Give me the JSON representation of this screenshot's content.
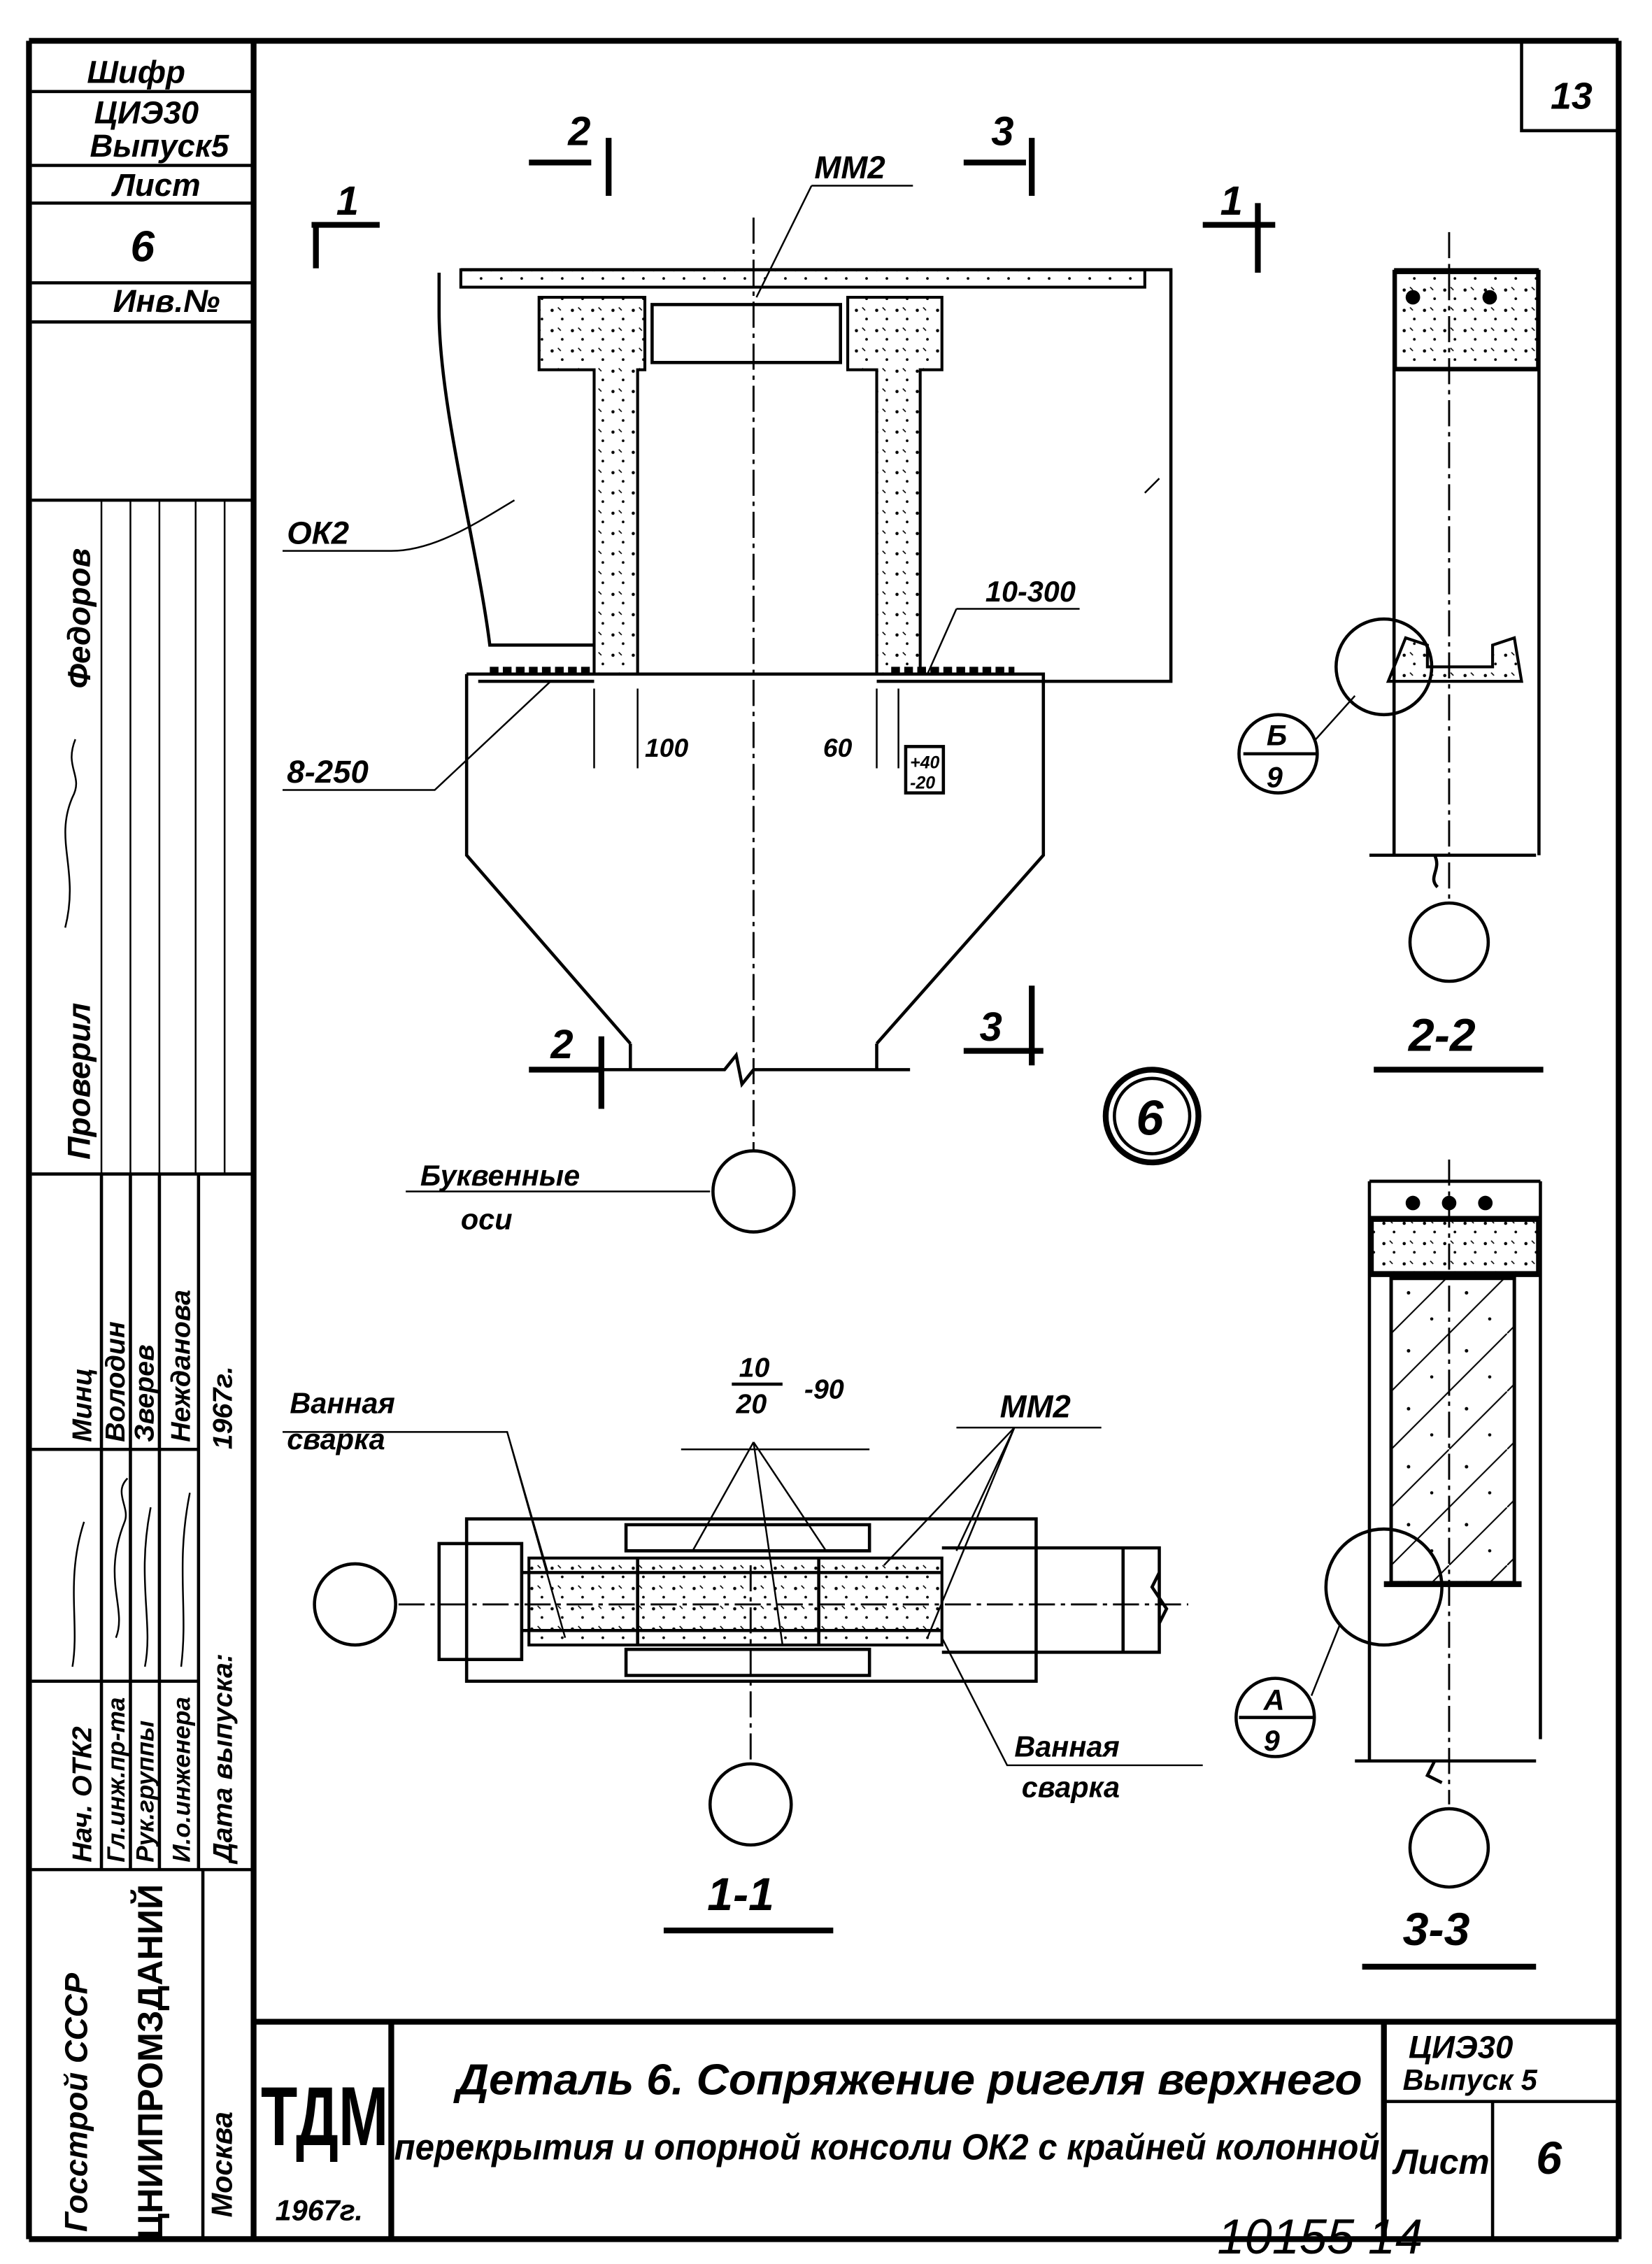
{
  "sheet_number_corner": "13",
  "stamp_left": {
    "cipher_label": "Шифр",
    "cipher_value": "ЦИЭ30",
    "issue": "Выпуск5",
    "sheet_label": "Лист",
    "sheet_value": "6",
    "inventory_label": "Инв.№",
    "author": "Федоров",
    "checked_label": "Проверил",
    "roles": [
      "Нач. ОТК2",
      "Гл.инж.пр-та",
      "Рук.группы",
      "И.о.инженера",
      "Дата выпуска:"
    ],
    "names": [
      "Минц",
      "Володин",
      "Зверев",
      "Нежданова",
      "1967г."
    ],
    "organization": "Госстрой СССР",
    "institute": "ЦНИИПРОМЗДАНИЙ",
    "city": "Москва"
  },
  "title_block": {
    "logo": "ТДМ",
    "logo_year": "1967г.",
    "title_line1": "Деталь 6. Сопряжение ригеля верхнего",
    "title_line2": "перекрытия и опорной консоли ОК2 с крайней колонной",
    "cipher": "ЦИЭ30",
    "issue": "Выпуск 5",
    "sheet_label": "Лист",
    "sheet_value": "6"
  },
  "archive_number": "10155 14",
  "drawing": {
    "section_marks": [
      "1",
      "2",
      "3",
      "1",
      "2",
      "3"
    ],
    "labels": {
      "mm2_top": "ММ2",
      "ok2": "ОК2",
      "rebar_10_300": "10-300",
      "rebar_8_250": "8-250",
      "dim_100": "100",
      "dim_60": "60",
      "tolerance_plus": "+40",
      "tolerance_minus": "-20",
      "axis_note_1": "Буквенные",
      "axis_note_2": "оси",
      "detail_number": "6",
      "welding_1a": "Ванная",
      "welding_1b": "сварка",
      "welding_2a": "Ванная",
      "welding_2b": "сварка",
      "rebar_frac_top": "10",
      "rebar_frac_bottom": "20",
      "rebar_frac_suffix": "-90",
      "mm2_plan": "ММ2"
    },
    "sections": {
      "s22": "2-2",
      "s33": "3-3",
      "s11": "1-1"
    },
    "callouts": {
      "b_top": "Б",
      "b_bottom": "9",
      "a_top": "А",
      "a_bottom": "9"
    }
  }
}
